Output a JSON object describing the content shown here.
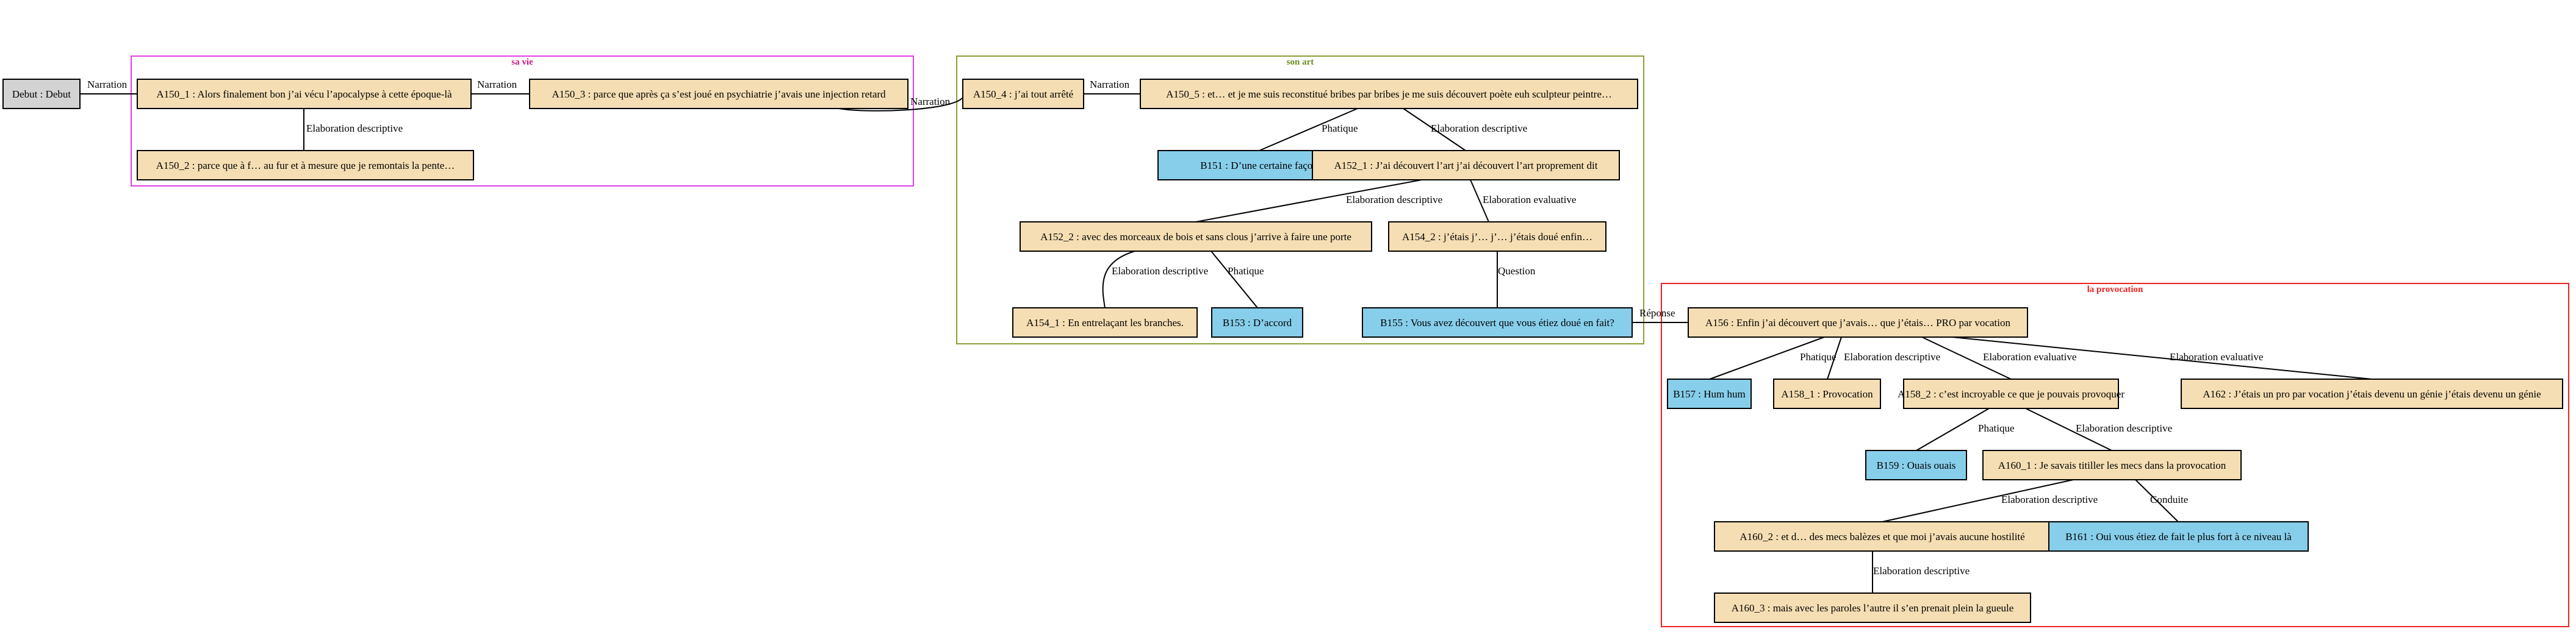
{
  "colors": {
    "start": "#d3d3d3",
    "narrator": "#f5deb3",
    "interviewer": "#87ceeb",
    "sa_vie_border": "#e040e0",
    "sa_vie_label": "#c71585",
    "son_art_border": "#8aa036",
    "son_art_label": "#6b8e23",
    "provocation": "#ee2222"
  },
  "clusters": [
    {
      "id": "sa_vie",
      "label": "sa vie"
    },
    {
      "id": "son_art",
      "label": "son art"
    },
    {
      "id": "provocation",
      "label": "la provocation"
    }
  ],
  "nodes": [
    {
      "id": "debut",
      "kind": "start",
      "label": "Debut : Debut"
    },
    {
      "id": "a150_1",
      "kind": "narrator",
      "label": "A150_1 : Alors finalement bon j’ai vécu l’apocalypse à cette époque-là"
    },
    {
      "id": "a150_2",
      "kind": "narrator",
      "label": "A150_2 : parce que à f… au fur et à mesure que je remontais la pente…"
    },
    {
      "id": "a150_3",
      "kind": "narrator",
      "label": "A150_3 : parce que après ça s’est joué en psychiatrie j’avais une injection retard"
    },
    {
      "id": "a150_4",
      "kind": "narrator",
      "label": "A150_4 : j’ai tout arrêté"
    },
    {
      "id": "a150_5",
      "kind": "narrator",
      "label": "A150_5 : et… et je me suis reconstitué bribes par bribes je me suis découvert poète euh sculpteur peintre…"
    },
    {
      "id": "b151",
      "kind": "interviewer",
      "label": "B151 : D’une certaine façon"
    },
    {
      "id": "a152_1",
      "kind": "narrator",
      "label": "A152_1 : J’ai découvert l’art j’ai découvert l’art proprement dit"
    },
    {
      "id": "a152_2",
      "kind": "narrator",
      "label": "A152_2 : avec des morceaux de bois et sans clous j’arrive à faire une porte"
    },
    {
      "id": "a154_2",
      "kind": "narrator",
      "label": "A154_2 : j’étais j’… j’… j’étais doué enfin…"
    },
    {
      "id": "a154_1",
      "kind": "narrator",
      "label": "A154_1 : En entrelaçant les branches."
    },
    {
      "id": "b153",
      "kind": "interviewer",
      "label": "B153 : D’accord"
    },
    {
      "id": "b155",
      "kind": "interviewer",
      "label": "B155 : Vous avez découvert que vous étiez doué en fait?"
    },
    {
      "id": "a156",
      "kind": "narrator",
      "label": "A156 : Enfin j’ai découvert que j’avais… que j’étais… PRO par vocation"
    },
    {
      "id": "b157",
      "kind": "interviewer",
      "label": "B157 : Hum hum"
    },
    {
      "id": "a158_1",
      "kind": "narrator",
      "label": "A158_1 : Provocation"
    },
    {
      "id": "a158_2",
      "kind": "narrator",
      "label": "A158_2 : c’est incroyable ce que je pouvais provoquer"
    },
    {
      "id": "a162",
      "kind": "narrator",
      "label": "A162 : J’étais un pro par vocation j’étais devenu un génie j’étais devenu un génie"
    },
    {
      "id": "b159",
      "kind": "interviewer",
      "label": "B159 : Ouais ouais"
    },
    {
      "id": "a160_1",
      "kind": "narrator",
      "label": "A160_1 : Je savais titiller les mecs dans la provocation"
    },
    {
      "id": "a160_2",
      "kind": "narrator",
      "label": "A160_2 : et d… des mecs balèzes et que moi j’avais aucune hostilité"
    },
    {
      "id": "b161",
      "kind": "interviewer",
      "label": "B161 : Oui vous étiez de fait le plus fort à ce niveau là"
    },
    {
      "id": "a160_3",
      "kind": "narrator",
      "label": "A160_3 : mais avec les paroles l’autre il s’en prenait plein la gueule"
    }
  ],
  "edges": [
    {
      "id": "e1",
      "from": "debut",
      "to": "a150_1",
      "label": "Narration"
    },
    {
      "id": "e2",
      "from": "a150_1",
      "to": "a150_2",
      "label": "Elaboration descriptive"
    },
    {
      "id": "e3",
      "from": "a150_1",
      "to": "a150_3",
      "label": "Narration"
    },
    {
      "id": "e4",
      "from": "a150_3",
      "to": "a150_4",
      "label": "Narration"
    },
    {
      "id": "e5",
      "from": "a150_4",
      "to": "a150_5",
      "label": "Narration"
    },
    {
      "id": "e6",
      "from": "a150_5",
      "to": "b151",
      "label": "Phatique"
    },
    {
      "id": "e7",
      "from": "a150_5",
      "to": "a152_1",
      "label": "Elaboration descriptive"
    },
    {
      "id": "e8",
      "from": "a152_1",
      "to": "a152_2",
      "label": "Elaboration descriptive"
    },
    {
      "id": "e9",
      "from": "a152_1",
      "to": "a154_2",
      "label": "Elaboration evaluative"
    },
    {
      "id": "e10",
      "from": "a152_2",
      "to": "a154_1",
      "label": "Elaboration descriptive"
    },
    {
      "id": "e11",
      "from": "a152_2",
      "to": "b153",
      "label": "Phatique"
    },
    {
      "id": "e12",
      "from": "a154_2",
      "to": "b155",
      "label": "Question"
    },
    {
      "id": "e13",
      "from": "b155",
      "to": "a156",
      "label": "Réponse"
    },
    {
      "id": "e14",
      "from": "a156",
      "to": "b157",
      "label": "Phatique"
    },
    {
      "id": "e15",
      "from": "a156",
      "to": "a158_1",
      "label": "Elaboration descriptive"
    },
    {
      "id": "e16",
      "from": "a156",
      "to": "a158_2",
      "label": "Elaboration evaluative"
    },
    {
      "id": "e17",
      "from": "a156",
      "to": "a162",
      "label": "Elaboration evaluative"
    },
    {
      "id": "e18",
      "from": "a158_2",
      "to": "b159",
      "label": "Phatique"
    },
    {
      "id": "e19",
      "from": "a158_2",
      "to": "a160_1",
      "label": "Elaboration descriptive"
    },
    {
      "id": "e20",
      "from": "a160_1",
      "to": "a160_2",
      "label": "Elaboration descriptive"
    },
    {
      "id": "e21",
      "from": "a160_1",
      "to": "b161",
      "label": "Conduite"
    },
    {
      "id": "e22",
      "from": "a160_2",
      "to": "a160_3",
      "label": "Elaboration descriptive"
    }
  ]
}
